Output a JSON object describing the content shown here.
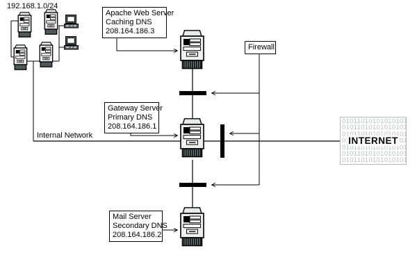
{
  "labels": {
    "subnet": "192.168.1.0/24",
    "internal_network": "Internal Network",
    "firewall": "Firewall"
  },
  "boxes": {
    "apache": [
      "Apache Web Server",
      "Caching DNS",
      "208.164.186.3"
    ],
    "gateway": [
      "Gateway Server",
      "Primary DNS",
      "208.164.186.1"
    ],
    "mail": [
      "Mail Server",
      "Secondary DNS",
      "208.164.186.2"
    ]
  },
  "internet": {
    "label": "INTERNET",
    "rows": [
      "01011010101010101",
      "01011010101010101",
      "01011010101010101",
      "01011010101010101",
      "01011010101010101",
      "01011010101010101",
      "01011010101010101"
    ]
  },
  "colors": {
    "line": "#000000",
    "device_body": "#edf0ed",
    "device_dark": "#4d5858",
    "binary_text": "#b7bfbf",
    "internet_border": "#b2baba"
  }
}
